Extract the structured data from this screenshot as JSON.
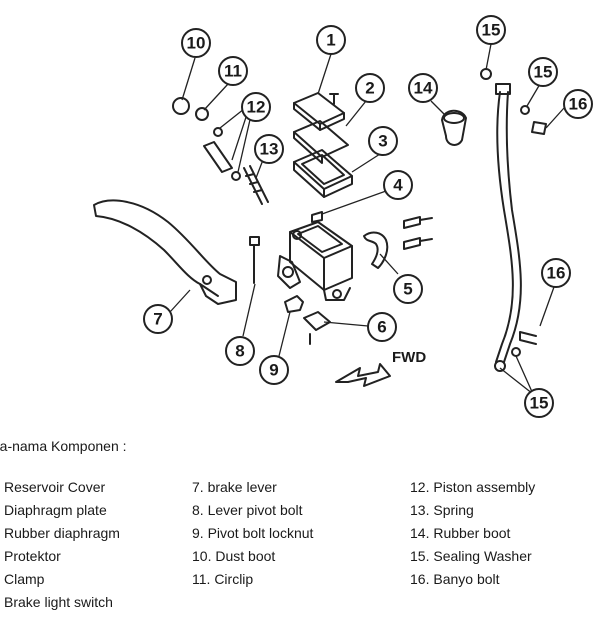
{
  "callouts": [
    "1",
    "2",
    "3",
    "4",
    "5",
    "6",
    "7",
    "8",
    "9",
    "10",
    "11",
    "12",
    "13",
    "14",
    "15",
    "15",
    "15",
    "16",
    "16"
  ],
  "fwd_label": "FWD",
  "legend": {
    "heading": "ma-nama Komponen :",
    "col1": [
      "Reservoir Cover",
      "Diaphragm plate",
      "Rubber diaphragm",
      "Protektor",
      "Clamp",
      "Brake light switch"
    ],
    "col2": [
      "7.   brake lever",
      "8.   Lever pivot bolt",
      "9.   Pivot bolt locknut",
      "10. Dust boot",
      "11. Circlip"
    ],
    "col3": [
      "12. Piston assembly",
      "13. Spring",
      "14.  Rubber boot",
      "15. Sealing Washer",
      "16. Banyo bolt"
    ]
  }
}
